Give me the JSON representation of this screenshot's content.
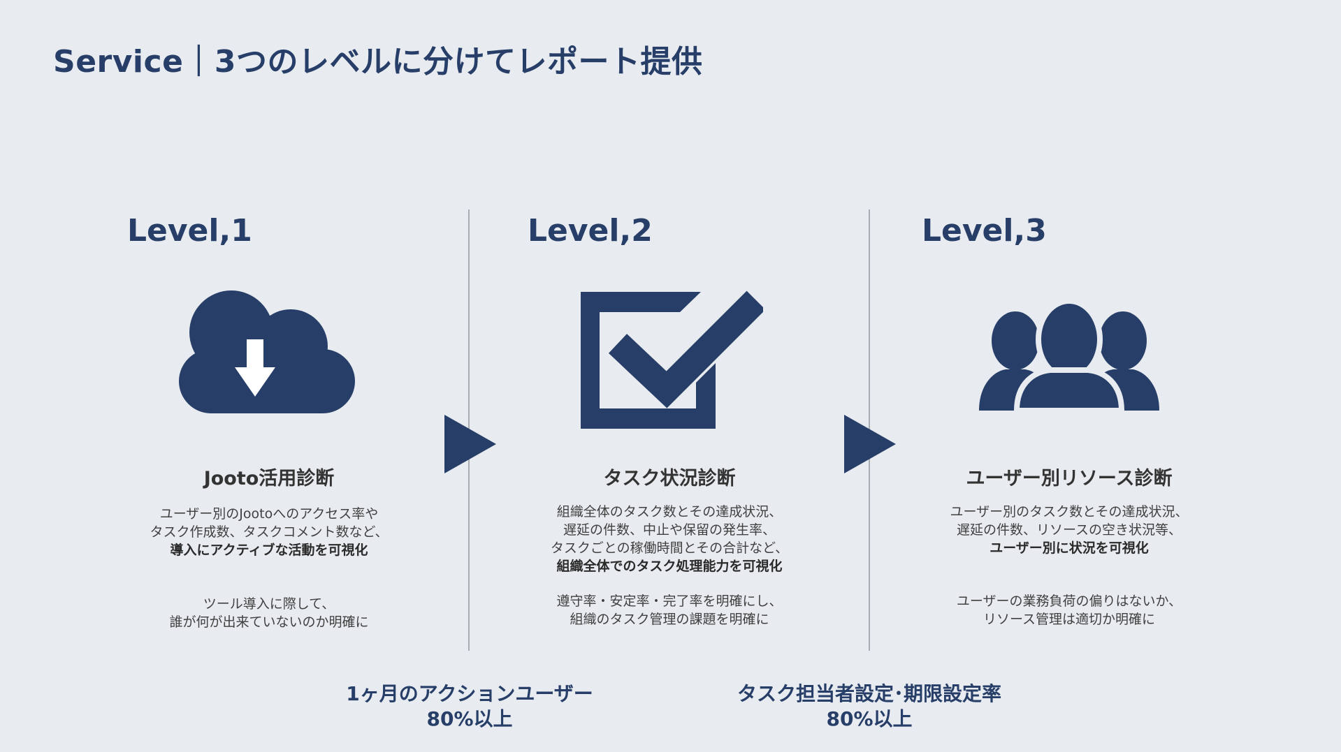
{
  "title": "Service｜3つのレベルに分けてレポート提供",
  "colors": {
    "navy": "#273f68",
    "background": "#e8ebf0",
    "divider": "#a9adb4"
  },
  "levels": [
    {
      "label": "Level,1",
      "icon": "cloud-download-icon",
      "heading": "Jooto活用診断",
      "description": [
        "ユーザー別のJootoへのアクセス率や",
        "タスク作成数、タスクコメント数など、"
      ],
      "emphasis": "導入にアクティブな活動を可視化",
      "goal": [
        "ツール導入に際して、",
        "誰が何が出来ていないのか明確に"
      ]
    },
    {
      "label": "Level,2",
      "icon": "checkbox-icon",
      "heading": "タスク状況診断",
      "description": [
        "組織全体のタスク数とその達成状況、",
        "遅延の件数、中止や保留の発生率、",
        "タスクごとの稼働時間とその合計など、"
      ],
      "emphasis": "組織全体でのタスク処理能力を可視化",
      "goal": [
        "遵守率・安定率・完了率を明確にし、",
        "組織のタスク管理の課題を明確に"
      ]
    },
    {
      "label": "Level,3",
      "icon": "users-group-icon",
      "heading": "ユーザー別リソース診断",
      "description": [
        "ユーザー別のタスク数とその達成状況、",
        "遅延の件数、リソースの空き状況等、"
      ],
      "emphasis": "ユーザー別に状況を可視化",
      "goal": [
        "ユーザーの業務負荷の偏りはないか、",
        "リソース管理は適切か明確に"
      ]
    }
  ],
  "kpis": [
    {
      "line1": "1ヶ月のアクションユーザー",
      "line2": "80%以上"
    },
    {
      "line1": "タスク担当者設定･期限設定率",
      "line2": "80%以上"
    }
  ]
}
